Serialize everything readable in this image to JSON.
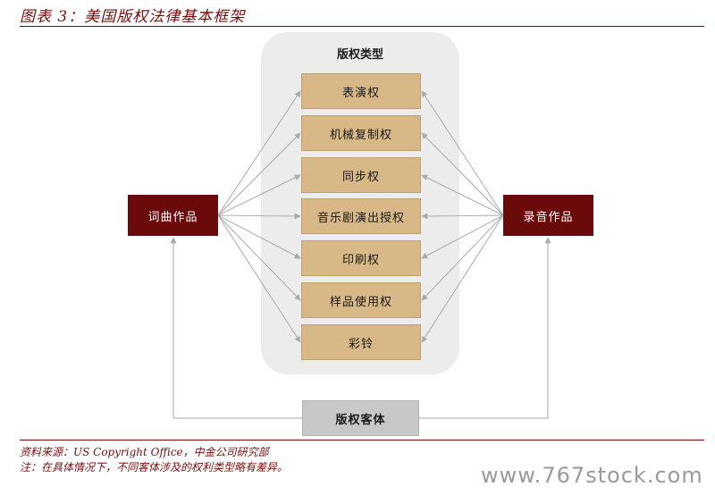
{
  "figure": {
    "title": "图表 3：美国版权法律基本框架"
  },
  "panel": {
    "title": "版权类型",
    "rights": [
      "表演权",
      "机械复制权",
      "同步权",
      "音乐剧演出授权",
      "印刷权",
      "样品使用权",
      "彩铃"
    ]
  },
  "works": {
    "left": "词曲作品",
    "right": "录音作品"
  },
  "copyright_object": "版权客体",
  "footer": {
    "source": "资料来源：US Copyright Office，中金公司研究部",
    "note": "注：在具体情况下，不同客体涉及的权利类型略有差异。"
  },
  "watermark": "www.767stock.com",
  "colors": {
    "accent": "#6b0a0a",
    "right_box": "#d8b886",
    "panel": "#ececec",
    "arrow": "#aaaaaa"
  }
}
